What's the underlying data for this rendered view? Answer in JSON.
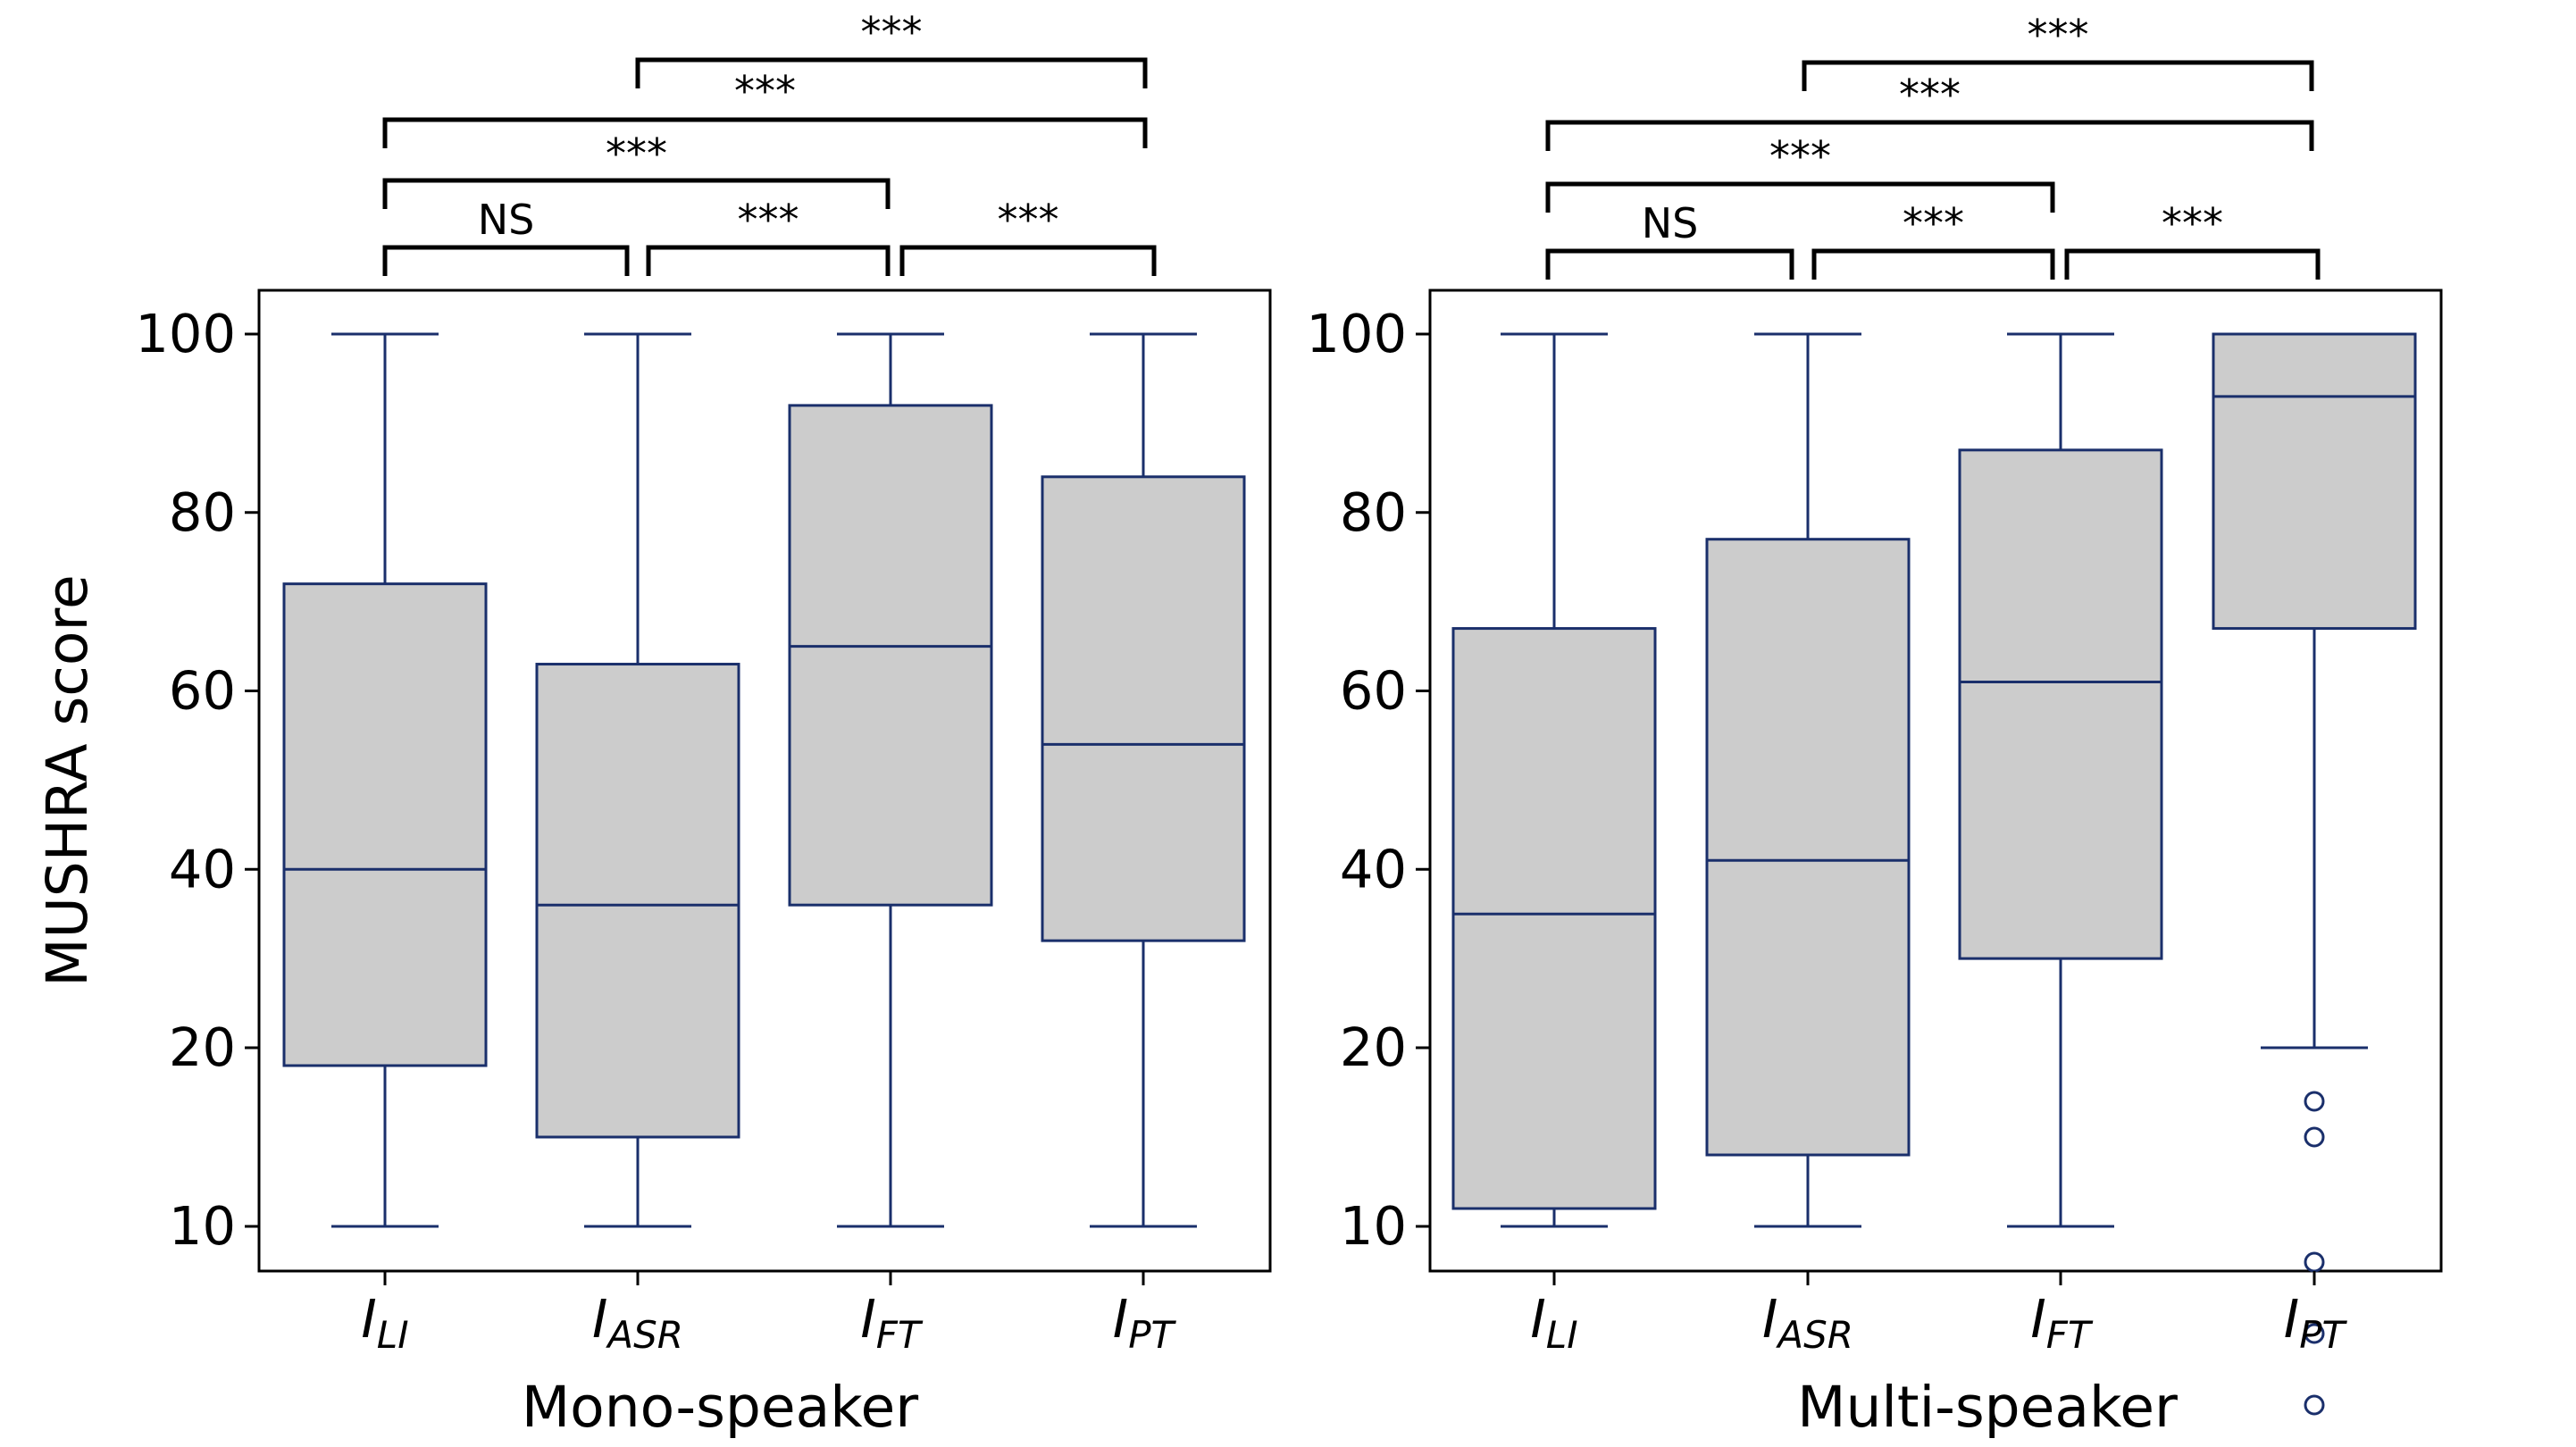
{
  "chart_data": [
    {
      "type": "box",
      "xlabel": "Mono-speaker",
      "ylabel": "MUSHRA score",
      "y_ticks": [
        10,
        20,
        40,
        60,
        80,
        100
      ],
      "categories": [
        {
          "main": "I",
          "sub": "LI"
        },
        {
          "main": "I",
          "sub": "ASR"
        },
        {
          "main": "I",
          "sub": "FT"
        },
        {
          "main": "I",
          "sub": "PT"
        }
      ],
      "boxes": [
        {
          "whisker_low": 10,
          "q1": 19,
          "median": 40,
          "q3": 72,
          "whisker_high": 100,
          "outliers": []
        },
        {
          "whisker_low": 10,
          "q1": 15,
          "median": 36,
          "q3": 63,
          "whisker_high": 100,
          "outliers": []
        },
        {
          "whisker_low": 10,
          "q1": 36,
          "median": 65,
          "q3": 92,
          "whisker_high": 100,
          "outliers": []
        },
        {
          "whisker_low": 10,
          "q1": 32,
          "median": 54,
          "q3": 84,
          "whisker_high": 100,
          "outliers": []
        }
      ],
      "significance": [
        {
          "from": 0,
          "to": 1,
          "label": "NS"
        },
        {
          "from": 1,
          "to": 2,
          "label": "***"
        },
        {
          "from": 2,
          "to": 3,
          "label": "***"
        },
        {
          "from": 0,
          "to": 2,
          "label": "***"
        },
        {
          "from": 0,
          "to": 3,
          "label": "***"
        },
        {
          "from": 1,
          "to": 3,
          "label": "***"
        }
      ]
    },
    {
      "type": "box",
      "xlabel": "Multi-speaker",
      "ylabel": "",
      "y_ticks": [
        10,
        20,
        40,
        60,
        80,
        100
      ],
      "categories": [
        {
          "main": "I",
          "sub": "LI"
        },
        {
          "main": "I",
          "sub": "ASR"
        },
        {
          "main": "I",
          "sub": "FT"
        },
        {
          "main": "I",
          "sub": "PT"
        }
      ],
      "boxes": [
        {
          "whisker_low": 10,
          "q1": 11,
          "median": 35,
          "q3": 67,
          "whisker_high": 100,
          "outliers": []
        },
        {
          "whisker_low": 10,
          "q1": 14,
          "median": 41,
          "q3": 77,
          "whisker_high": 100,
          "outliers": []
        },
        {
          "whisker_low": 10,
          "q1": 30,
          "median": 61,
          "q3": 87,
          "whisker_high": 100,
          "outliers": []
        },
        {
          "whisker_low": 20,
          "q1": 67,
          "median": 93,
          "q3": 100,
          "whisker_high": 100,
          "outliers": [
            17,
            15,
            8,
            4,
            0
          ]
        }
      ],
      "significance": [
        {
          "from": 0,
          "to": 1,
          "label": "NS"
        },
        {
          "from": 1,
          "to": 2,
          "label": "***"
        },
        {
          "from": 2,
          "to": 3,
          "label": "***"
        },
        {
          "from": 0,
          "to": 2,
          "label": "***"
        },
        {
          "from": 0,
          "to": 3,
          "label": "***"
        },
        {
          "from": 1,
          "to": 3,
          "label": "***"
        }
      ]
    }
  ],
  "colors": {
    "box_fill": "#cccccc",
    "box_line": "#1a2f6b",
    "axis": "#000000"
  }
}
